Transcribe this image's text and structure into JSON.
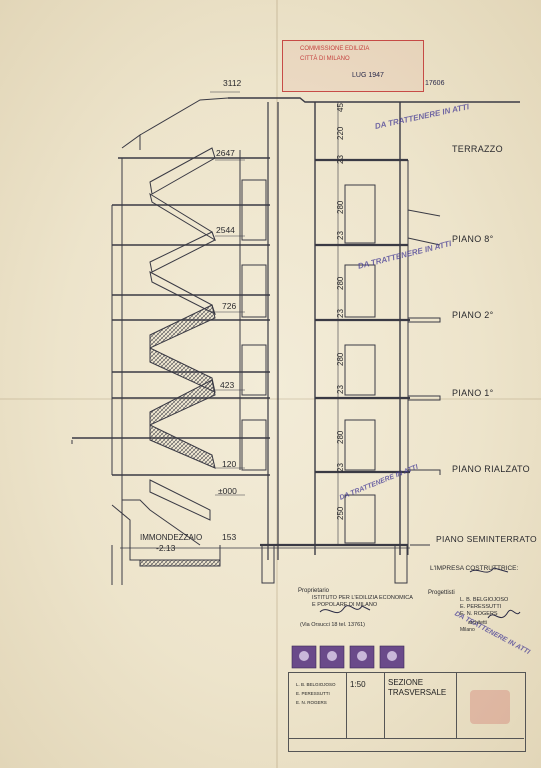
{
  "stamp": {
    "line1": "COMMISSIONE EDILIZIA",
    "line2": "CITTÀ DI MILANO",
    "date": "LUG 1947",
    "number": "17606"
  },
  "watermark": "DA TRATTENERE IN ATTI",
  "elevations": [
    "3112",
    "2647",
    "2544",
    "726",
    "423",
    "120",
    "±000",
    "-2.13"
  ],
  "room_label": "IMMONDEZZAIO",
  "dims": [
    "45",
    "220",
    "23",
    "280",
    "23",
    "280",
    "23",
    "280",
    "23",
    "280",
    "23",
    "250",
    "153"
  ],
  "floors": [
    "TERRAZZO",
    "PIANO 8°",
    "PIANO 2°",
    "PIANO 1°",
    "PIANO RIALZATO",
    "PIANO SEMINTERRATO"
  ],
  "contractor": "L'IMPRESA COSTRUTTRICE:",
  "owner": {
    "label": "Proprietario",
    "line1": "ISTITUTO PER L'EDILIZIA ECONOMICA",
    "line2": "E POPOLARE DI MILANO",
    "address": "(Via Orsucci 18 tel. 13761)"
  },
  "designers": {
    "label": "Progettisti",
    "names": [
      "L. B. BELGIOJOSO",
      "E. PERESSUTTI",
      "E. N. ROGERS"
    ],
    "role": "architetti",
    "city": "Milano"
  },
  "titleblock": {
    "scale": "1:50",
    "title_line1": "SEZIONE",
    "title_line2": "TRASVERSALE"
  }
}
